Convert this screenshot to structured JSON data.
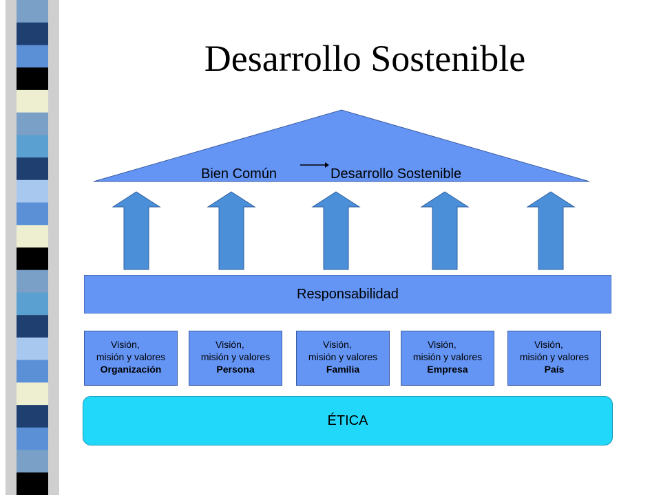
{
  "title": "Desarrollo Sostenible",
  "roof": {
    "left_label": "Bien Común",
    "right_label": "Desarrollo Sostenible",
    "color": "#6495f5"
  },
  "responsabilidad": "Responsabilidad",
  "boxes": [
    {
      "line1": "Visión,",
      "line2": "misión y valores",
      "line3": "Organización"
    },
    {
      "line1": "Visión,",
      "line2": "misión y valores",
      "line3": "Persona"
    },
    {
      "line1": "Visión,",
      "line2": "misión y valores",
      "line3": "Familia"
    },
    {
      "line1": "Visión,",
      "line2": "misión y valores",
      "line3": "Empresa"
    },
    {
      "line1": "Visión,",
      "line2": "misión y valores",
      "line3": "País"
    }
  ],
  "etica": "ÉTICA",
  "colors": {
    "arrow": "#4a8fd8",
    "box": "#6495f5",
    "etica": "#22d8fa"
  }
}
